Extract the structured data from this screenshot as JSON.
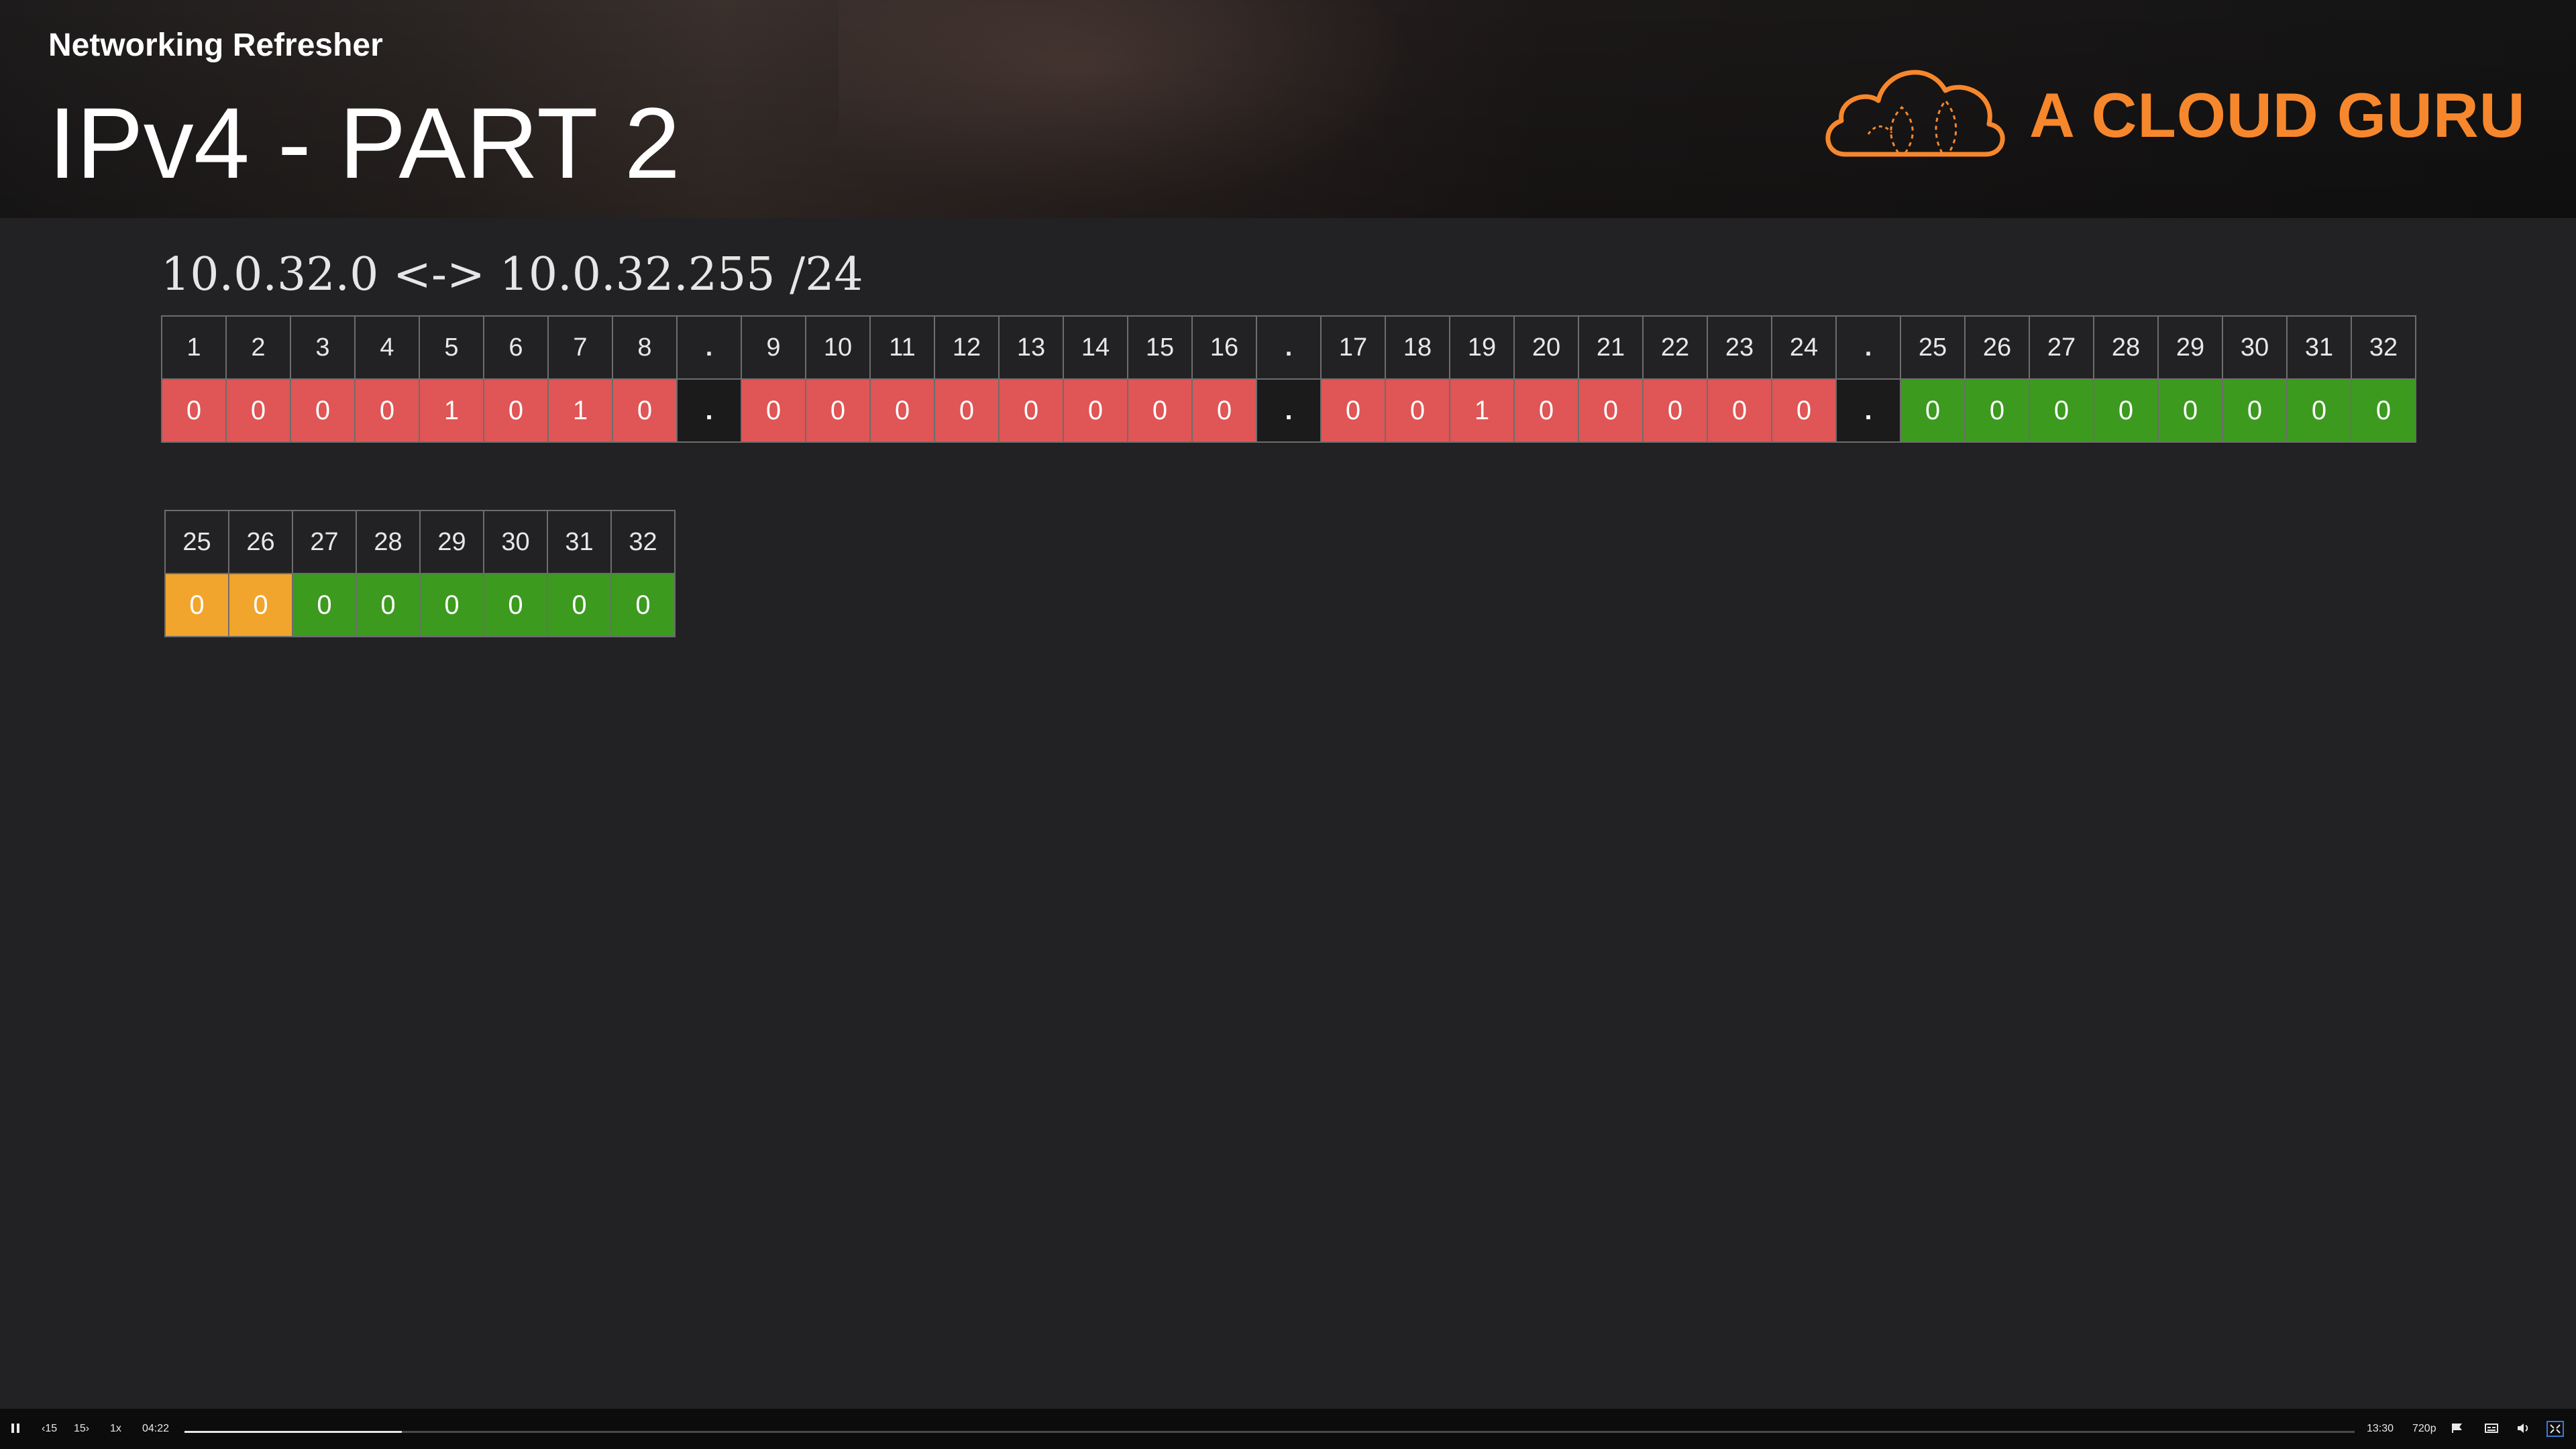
{
  "header": {
    "course_title": "Networking Refresher",
    "slide_title": "IPv4 - PART 2",
    "logo_text": "A CLOUD GURU",
    "logo_color": "#f7872c"
  },
  "range_label": "10.0.32.0 <-> 10.0.32.255 /24",
  "main_table": {
    "headers": [
      "1",
      "2",
      "3",
      "4",
      "5",
      "6",
      "7",
      "8",
      ".",
      "9",
      "10",
      "11",
      "12",
      "13",
      "14",
      "15",
      "16",
      ".",
      "17",
      "18",
      "19",
      "20",
      "21",
      "22",
      "23",
      "24",
      ".",
      "25",
      "26",
      "27",
      "28",
      "29",
      "30",
      "31",
      "32"
    ],
    "cells": [
      {
        "v": "0",
        "c": "red"
      },
      {
        "v": "0",
        "c": "red"
      },
      {
        "v": "0",
        "c": "red"
      },
      {
        "v": "0",
        "c": "red"
      },
      {
        "v": "1",
        "c": "red"
      },
      {
        "v": "0",
        "c": "red"
      },
      {
        "v": "1",
        "c": "red"
      },
      {
        "v": "0",
        "c": "red"
      },
      {
        "v": ".",
        "c": "dot"
      },
      {
        "v": "0",
        "c": "red"
      },
      {
        "v": "0",
        "c": "red"
      },
      {
        "v": "0",
        "c": "red"
      },
      {
        "v": "0",
        "c": "red"
      },
      {
        "v": "0",
        "c": "red"
      },
      {
        "v": "0",
        "c": "red"
      },
      {
        "v": "0",
        "c": "red"
      },
      {
        "v": "0",
        "c": "red"
      },
      {
        "v": ".",
        "c": "dot"
      },
      {
        "v": "0",
        "c": "red"
      },
      {
        "v": "0",
        "c": "red"
      },
      {
        "v": "1",
        "c": "red"
      },
      {
        "v": "0",
        "c": "red"
      },
      {
        "v": "0",
        "c": "red"
      },
      {
        "v": "0",
        "c": "red"
      },
      {
        "v": "0",
        "c": "red"
      },
      {
        "v": "0",
        "c": "red"
      },
      {
        "v": ".",
        "c": "dot"
      },
      {
        "v": "0",
        "c": "green"
      },
      {
        "v": "0",
        "c": "green"
      },
      {
        "v": "0",
        "c": "green"
      },
      {
        "v": "0",
        "c": "green"
      },
      {
        "v": "0",
        "c": "green"
      },
      {
        "v": "0",
        "c": "green"
      },
      {
        "v": "0",
        "c": "green"
      },
      {
        "v": "0",
        "c": "green"
      }
    ]
  },
  "sub_table": {
    "headers": [
      "25",
      "26",
      "27",
      "28",
      "29",
      "30",
      "31",
      "32"
    ],
    "cells": [
      {
        "v": "0",
        "c": "orange"
      },
      {
        "v": "0",
        "c": "orange"
      },
      {
        "v": "0",
        "c": "green"
      },
      {
        "v": "0",
        "c": "green"
      },
      {
        "v": "0",
        "c": "green"
      },
      {
        "v": "0",
        "c": "green"
      },
      {
        "v": "0",
        "c": "green"
      },
      {
        "v": "0",
        "c": "green"
      }
    ]
  },
  "colors": {
    "red": "#e05555",
    "green": "#3c9a1f",
    "orange": "#f2a52c",
    "background": "#222224"
  },
  "player": {
    "play_pause_icon": "pause-icon",
    "rewind_label": "‹15",
    "forward_label": "15›",
    "speed": "1x",
    "current_time": "04:22",
    "duration": "13:30",
    "quality": "720p",
    "progress": 0.1
  }
}
